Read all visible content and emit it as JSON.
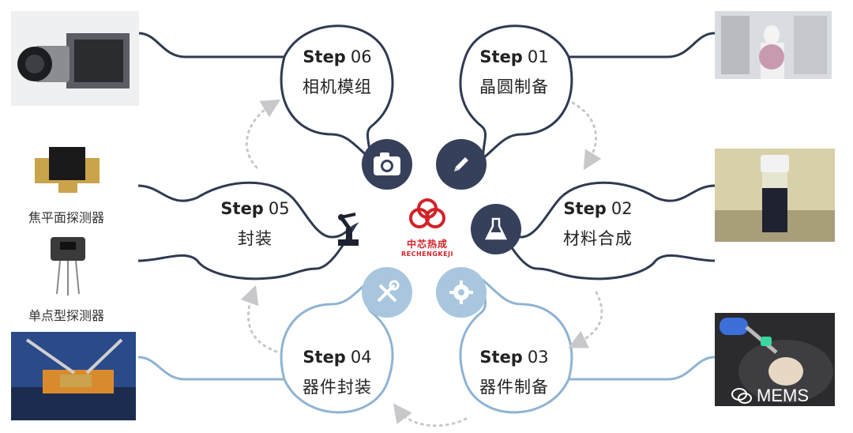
{
  "steps": [
    {
      "id": "01",
      "word": "Step",
      "num": "01",
      "title": "晶圆制备",
      "icon": "pencil-icon",
      "tone": "dark"
    },
    {
      "id": "02",
      "word": "Step",
      "num": "02",
      "title": "材料合成",
      "icon": "flask-icon",
      "tone": "dark"
    },
    {
      "id": "03",
      "word": "Step",
      "num": "03",
      "title": "器件制备",
      "icon": "gear-icon",
      "tone": "light"
    },
    {
      "id": "04",
      "word": "Step",
      "num": "04",
      "title": "器件封装",
      "icon": "tools-icon",
      "tone": "light"
    },
    {
      "id": "05",
      "word": "Step",
      "num": "05",
      "title": "封装",
      "icon": "robot-arm-icon",
      "tone": "none"
    },
    {
      "id": "06",
      "word": "Step",
      "num": "06",
      "title": "相机模组",
      "icon": "camera-icon",
      "tone": "dark"
    }
  ],
  "side_labels": {
    "focal_plane": "焦平面探测器",
    "single_point": "单点型探测器"
  },
  "logo": {
    "name_zh": "中芯热成",
    "name_en": "RECHENGKEJI"
  },
  "watermark": {
    "text": "MEMS",
    "icon": "wechat-icon"
  },
  "colors": {
    "dark_line": "#2f3a52",
    "light_line": "#8fb3d3",
    "dark_badge": "#36405a",
    "light_badge": "#a9c6df",
    "dotted": "#c8c8cc",
    "logo_red": "#d32128"
  }
}
